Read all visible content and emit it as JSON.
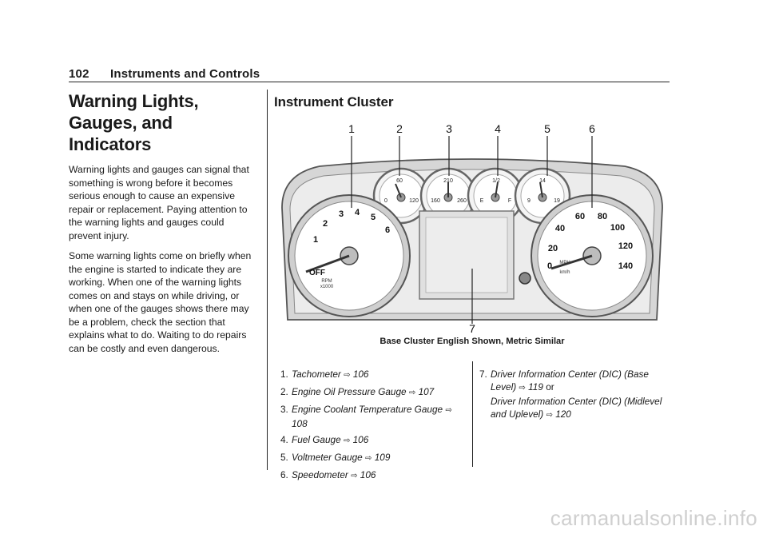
{
  "header": {
    "page_number": "102",
    "section": "Instruments and Controls"
  },
  "left": {
    "title": "Warning Lights, Gauges, and Indicators",
    "paragraphs": [
      "Warning lights and gauges can signal that something is wrong before it becomes serious enough to cause an expensive repair or replacement. Paying attention to the warning lights and gauges could prevent injury.",
      "Some warning lights come on briefly when the engine is started to indicate they are working. When one of the warning lights comes on and stays on while driving, or when one of the gauges shows there may be a problem, check the section that explains what to do. Waiting to do repairs can be costly and even dangerous."
    ]
  },
  "right": {
    "title": "Instrument Cluster",
    "figure": {
      "callouts": [
        "1",
        "2",
        "3",
        "4",
        "5",
        "6",
        "7"
      ],
      "tach_numbers": [
        "1",
        "2",
        "3",
        "4",
        "5",
        "6"
      ],
      "tach_off": "OFF",
      "tach_units": [
        "RPM",
        "x1000"
      ],
      "oil_ticks": [
        "0",
        "60",
        "120"
      ],
      "temp_ticks": [
        "160",
        "210",
        "260"
      ],
      "fuel_ticks": [
        "E",
        "1/2",
        "F"
      ],
      "volt_ticks": [
        "9",
        "14",
        "19"
      ],
      "speed_numbers": [
        "0",
        "20",
        "40",
        "60",
        "80",
        "100",
        "120",
        "140"
      ],
      "speed_units": [
        "MPH",
        "km/h"
      ]
    },
    "caption": "Base Cluster English Shown, Metric Similar",
    "list_col1": [
      {
        "num": "1.",
        "text": "Tachometer",
        "page": "106"
      },
      {
        "num": "2.",
        "text": "Engine Oil Pressure Gauge",
        "page": "107"
      },
      {
        "num": "3.",
        "text": "Engine Coolant Temperature Gauge",
        "page": "108"
      },
      {
        "num": "4.",
        "text": "Fuel Gauge",
        "page": "106"
      },
      {
        "num": "5.",
        "text": "Voltmeter Gauge",
        "page": "109"
      },
      {
        "num": "6.",
        "text": "Speedometer",
        "page": "106"
      }
    ],
    "list_col2": {
      "num": "7.",
      "line1": "Driver Information Center (DIC) (Base Level)",
      "page1": "119",
      "or": "or",
      "line2": "Driver Information Center (DIC) (Midlevel and Uplevel)",
      "page2": "120"
    }
  },
  "watermark": "carmanualsonline.info"
}
